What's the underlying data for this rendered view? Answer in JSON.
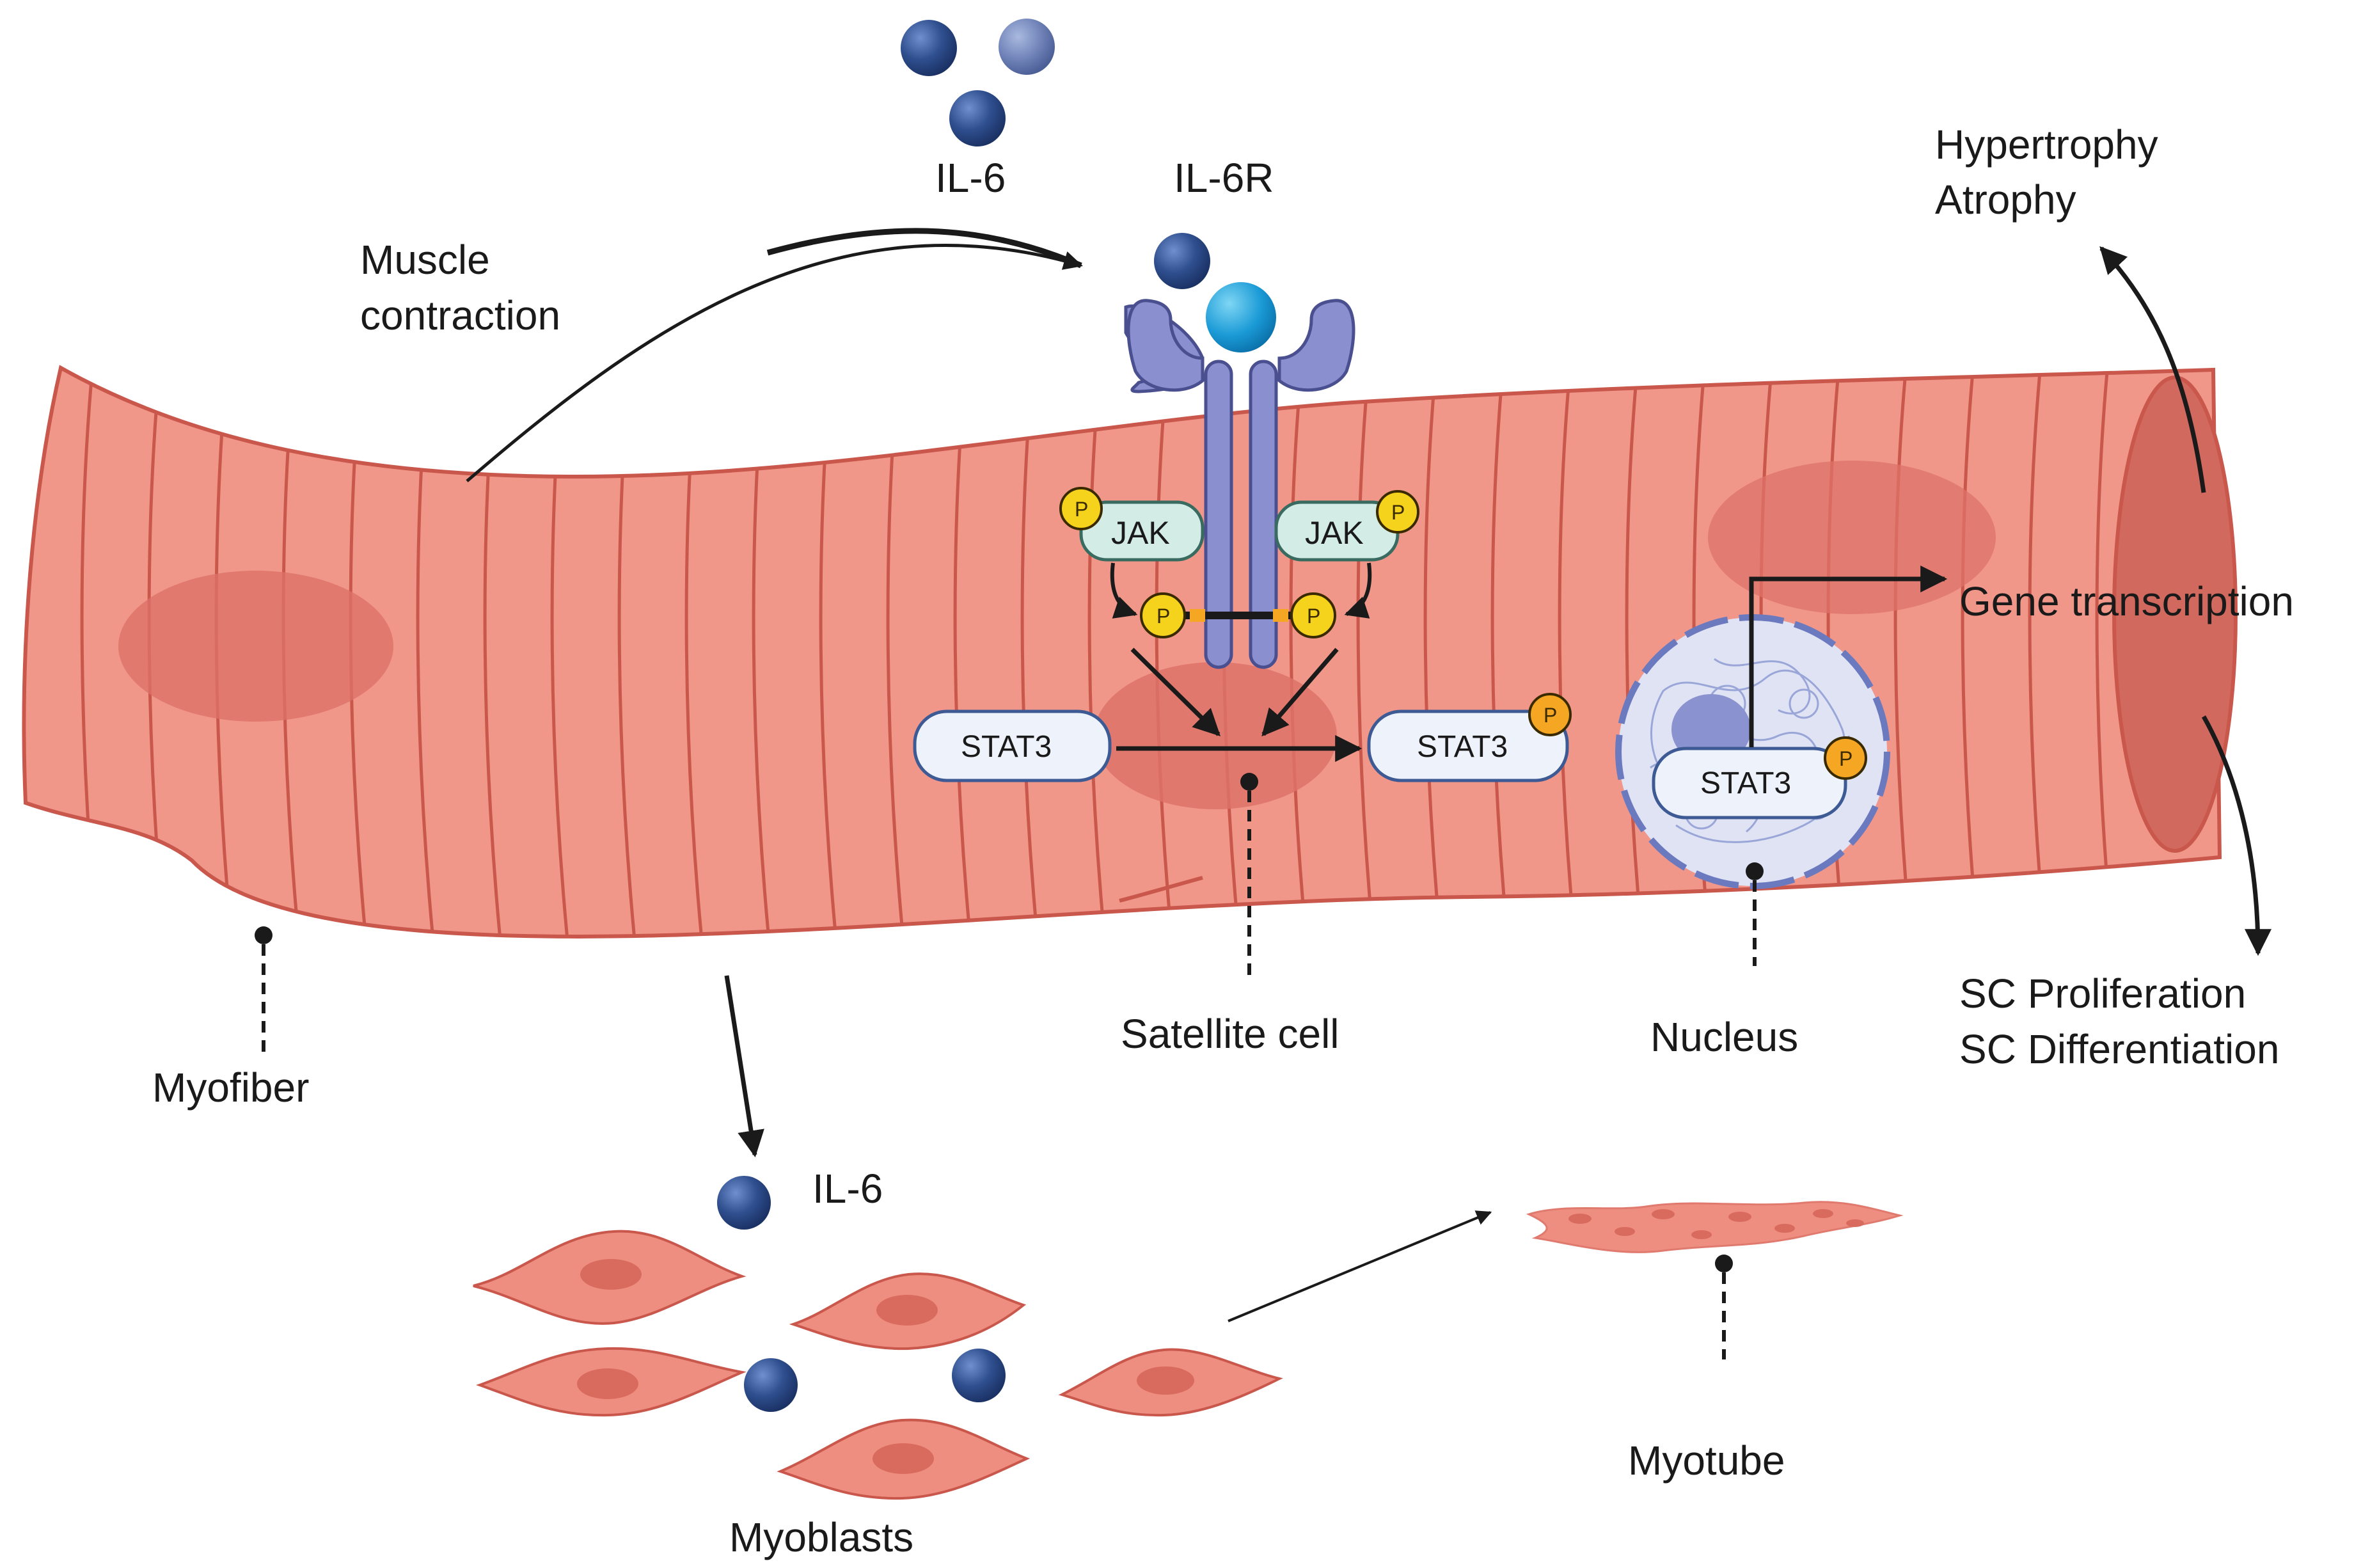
{
  "labels": {
    "il6_top": "IL-6",
    "il6r": "IL-6R",
    "muscle_line1": "Muscle",
    "muscle_line2": "contraction",
    "hypertrophy": "Hypertrophy",
    "atrophy": "Atrophy",
    "gene_transcription": "Gene transcription",
    "sc_proliferation": "SC Proliferation",
    "sc_differentiation": "SC Differentiation",
    "myofiber": "Myofiber",
    "satellite_cell": "Satellite cell",
    "nucleus": "Nucleus",
    "il6_bottom": "IL-6",
    "myoblasts": "Myoblasts",
    "myotube": "Myotube"
  },
  "proteins": {
    "jak_left": "JAK",
    "jak_right": "JAK",
    "stat3_unphosphorylated": "STAT3",
    "stat3_phosphorylated": "STAT3",
    "stat3_nuclear": "STAT3",
    "phospho": "P"
  },
  "colors": {
    "muscle_fill": "#f0978a",
    "muscle_stroke": "#c9574c",
    "il6_ball": "#2f4f8f",
    "receptor": "#8a8fd0",
    "jak_fill": "#d3ece6",
    "stat_fill": "#eef2fa",
    "phospho_yellow": "#f5d21b",
    "phospho_orange": "#f5a623",
    "myoblast": "#ee8e80"
  }
}
